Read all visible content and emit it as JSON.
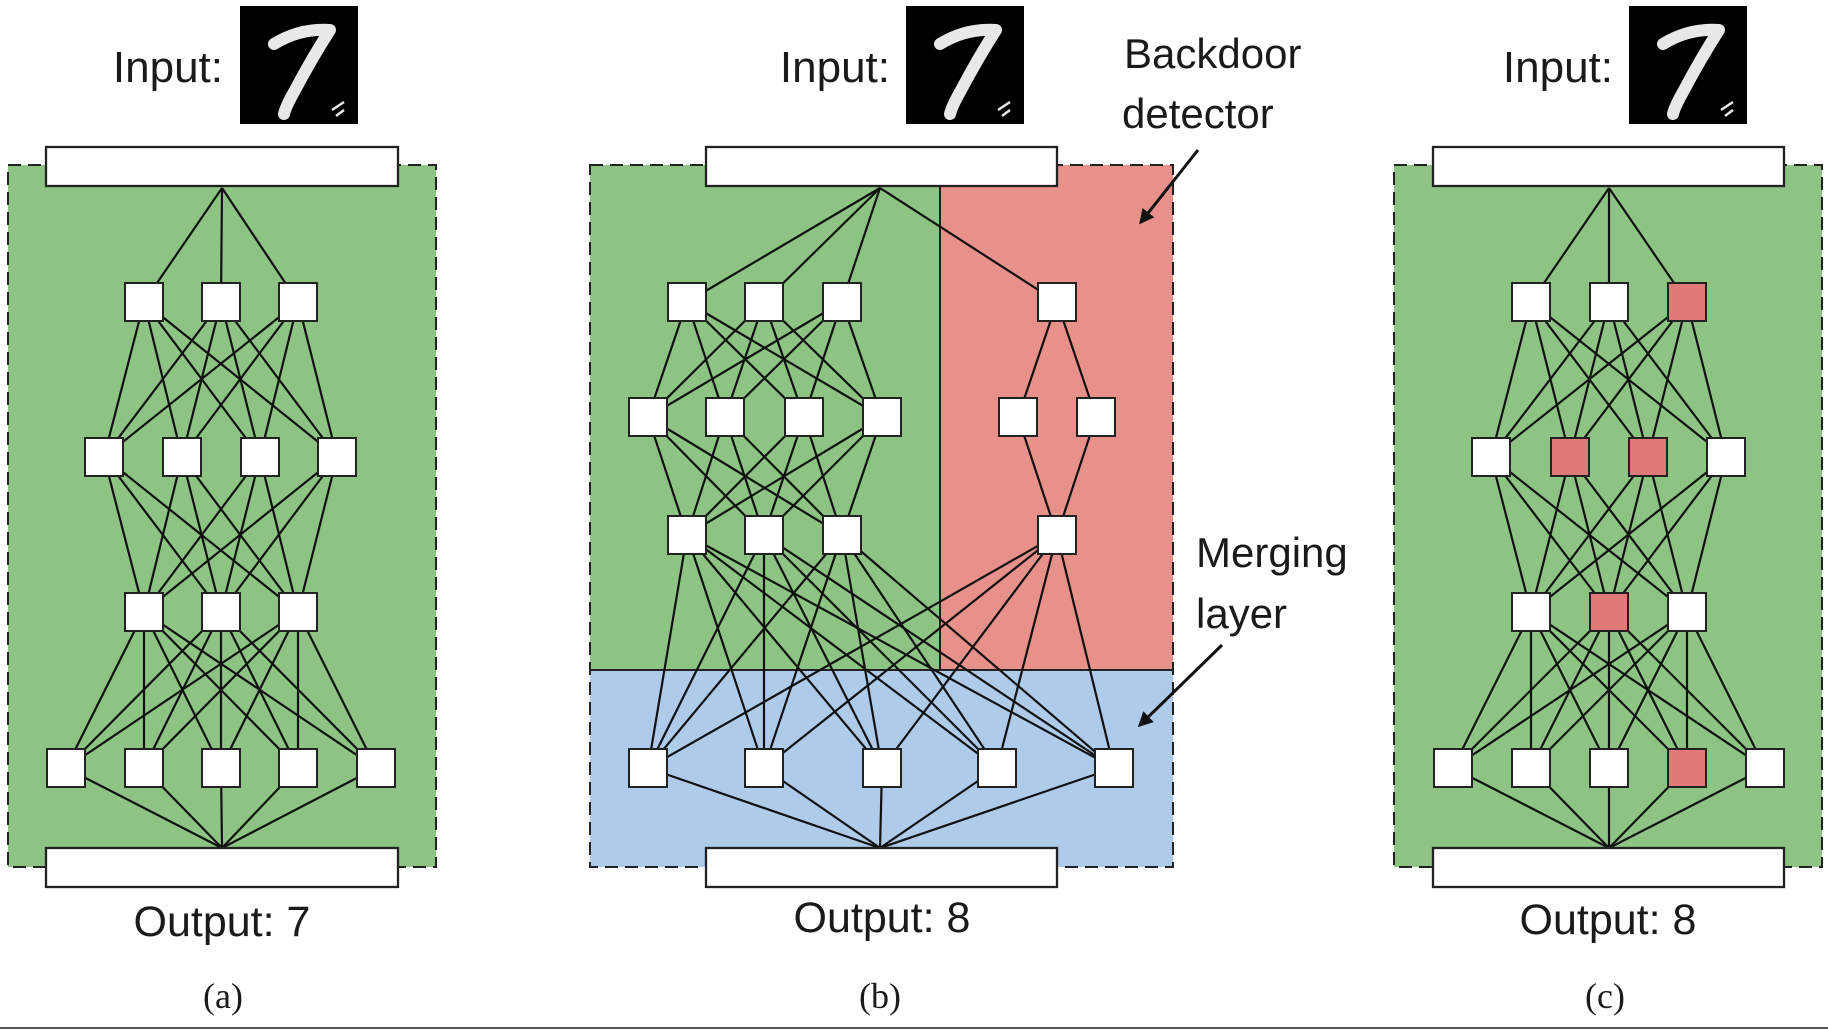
{
  "colors": {
    "benign_network": "#8dc484",
    "backdoor_detector": "#e8908a",
    "merging_layer": "#aecbea",
    "node_fill": "#ffffff",
    "infected_node_fill": "#e07a78",
    "digit_background": "#000000",
    "digit_stroke": "#e8e8e8"
  },
  "panels": {
    "a": {
      "input_label": "Input:",
      "output_label": "Output: 7",
      "caption": "(a)"
    },
    "b": {
      "input_label": "Input:",
      "output_label": "Output: 8",
      "caption": "(b)",
      "annotation_backdoor_line1": "Backdoor",
      "annotation_backdoor_line2": "detector",
      "annotation_merging_line1": "Merging",
      "annotation_merging_line2": "layer"
    },
    "c": {
      "input_label": "Input:",
      "output_label": "Output: 8",
      "caption": "(c)"
    }
  },
  "icons": {
    "digit_image": "handwritten-digit-7-icon",
    "arrow": "arrow-icon"
  }
}
